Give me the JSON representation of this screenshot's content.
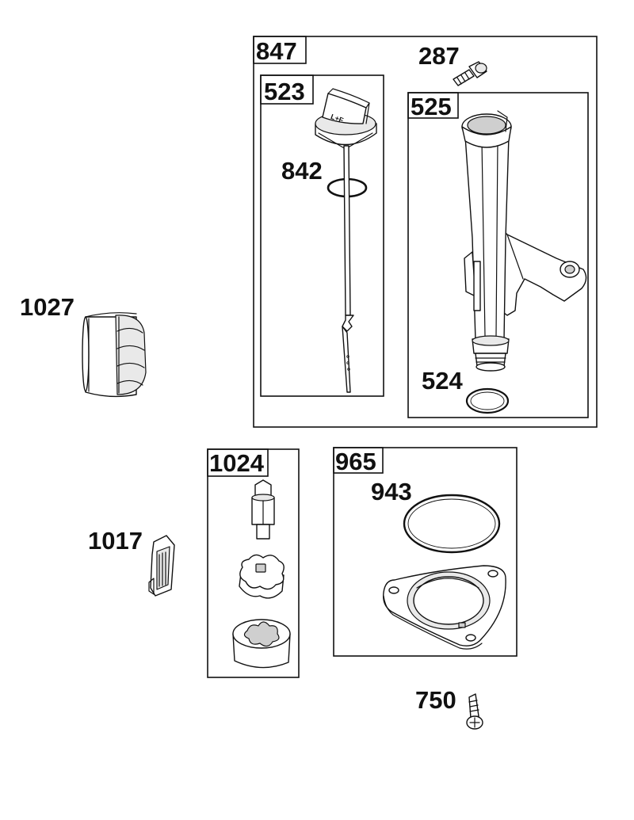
{
  "labels": {
    "l847": "847",
    "l523": "523",
    "l525": "525",
    "l287": "287",
    "l842": "842",
    "l524": "524",
    "l1027": "1027",
    "l1024": "1024",
    "l965": "965",
    "l943": "943",
    "l1017": "1017",
    "l750": "750"
  },
  "cap_marking": "L+F"
}
